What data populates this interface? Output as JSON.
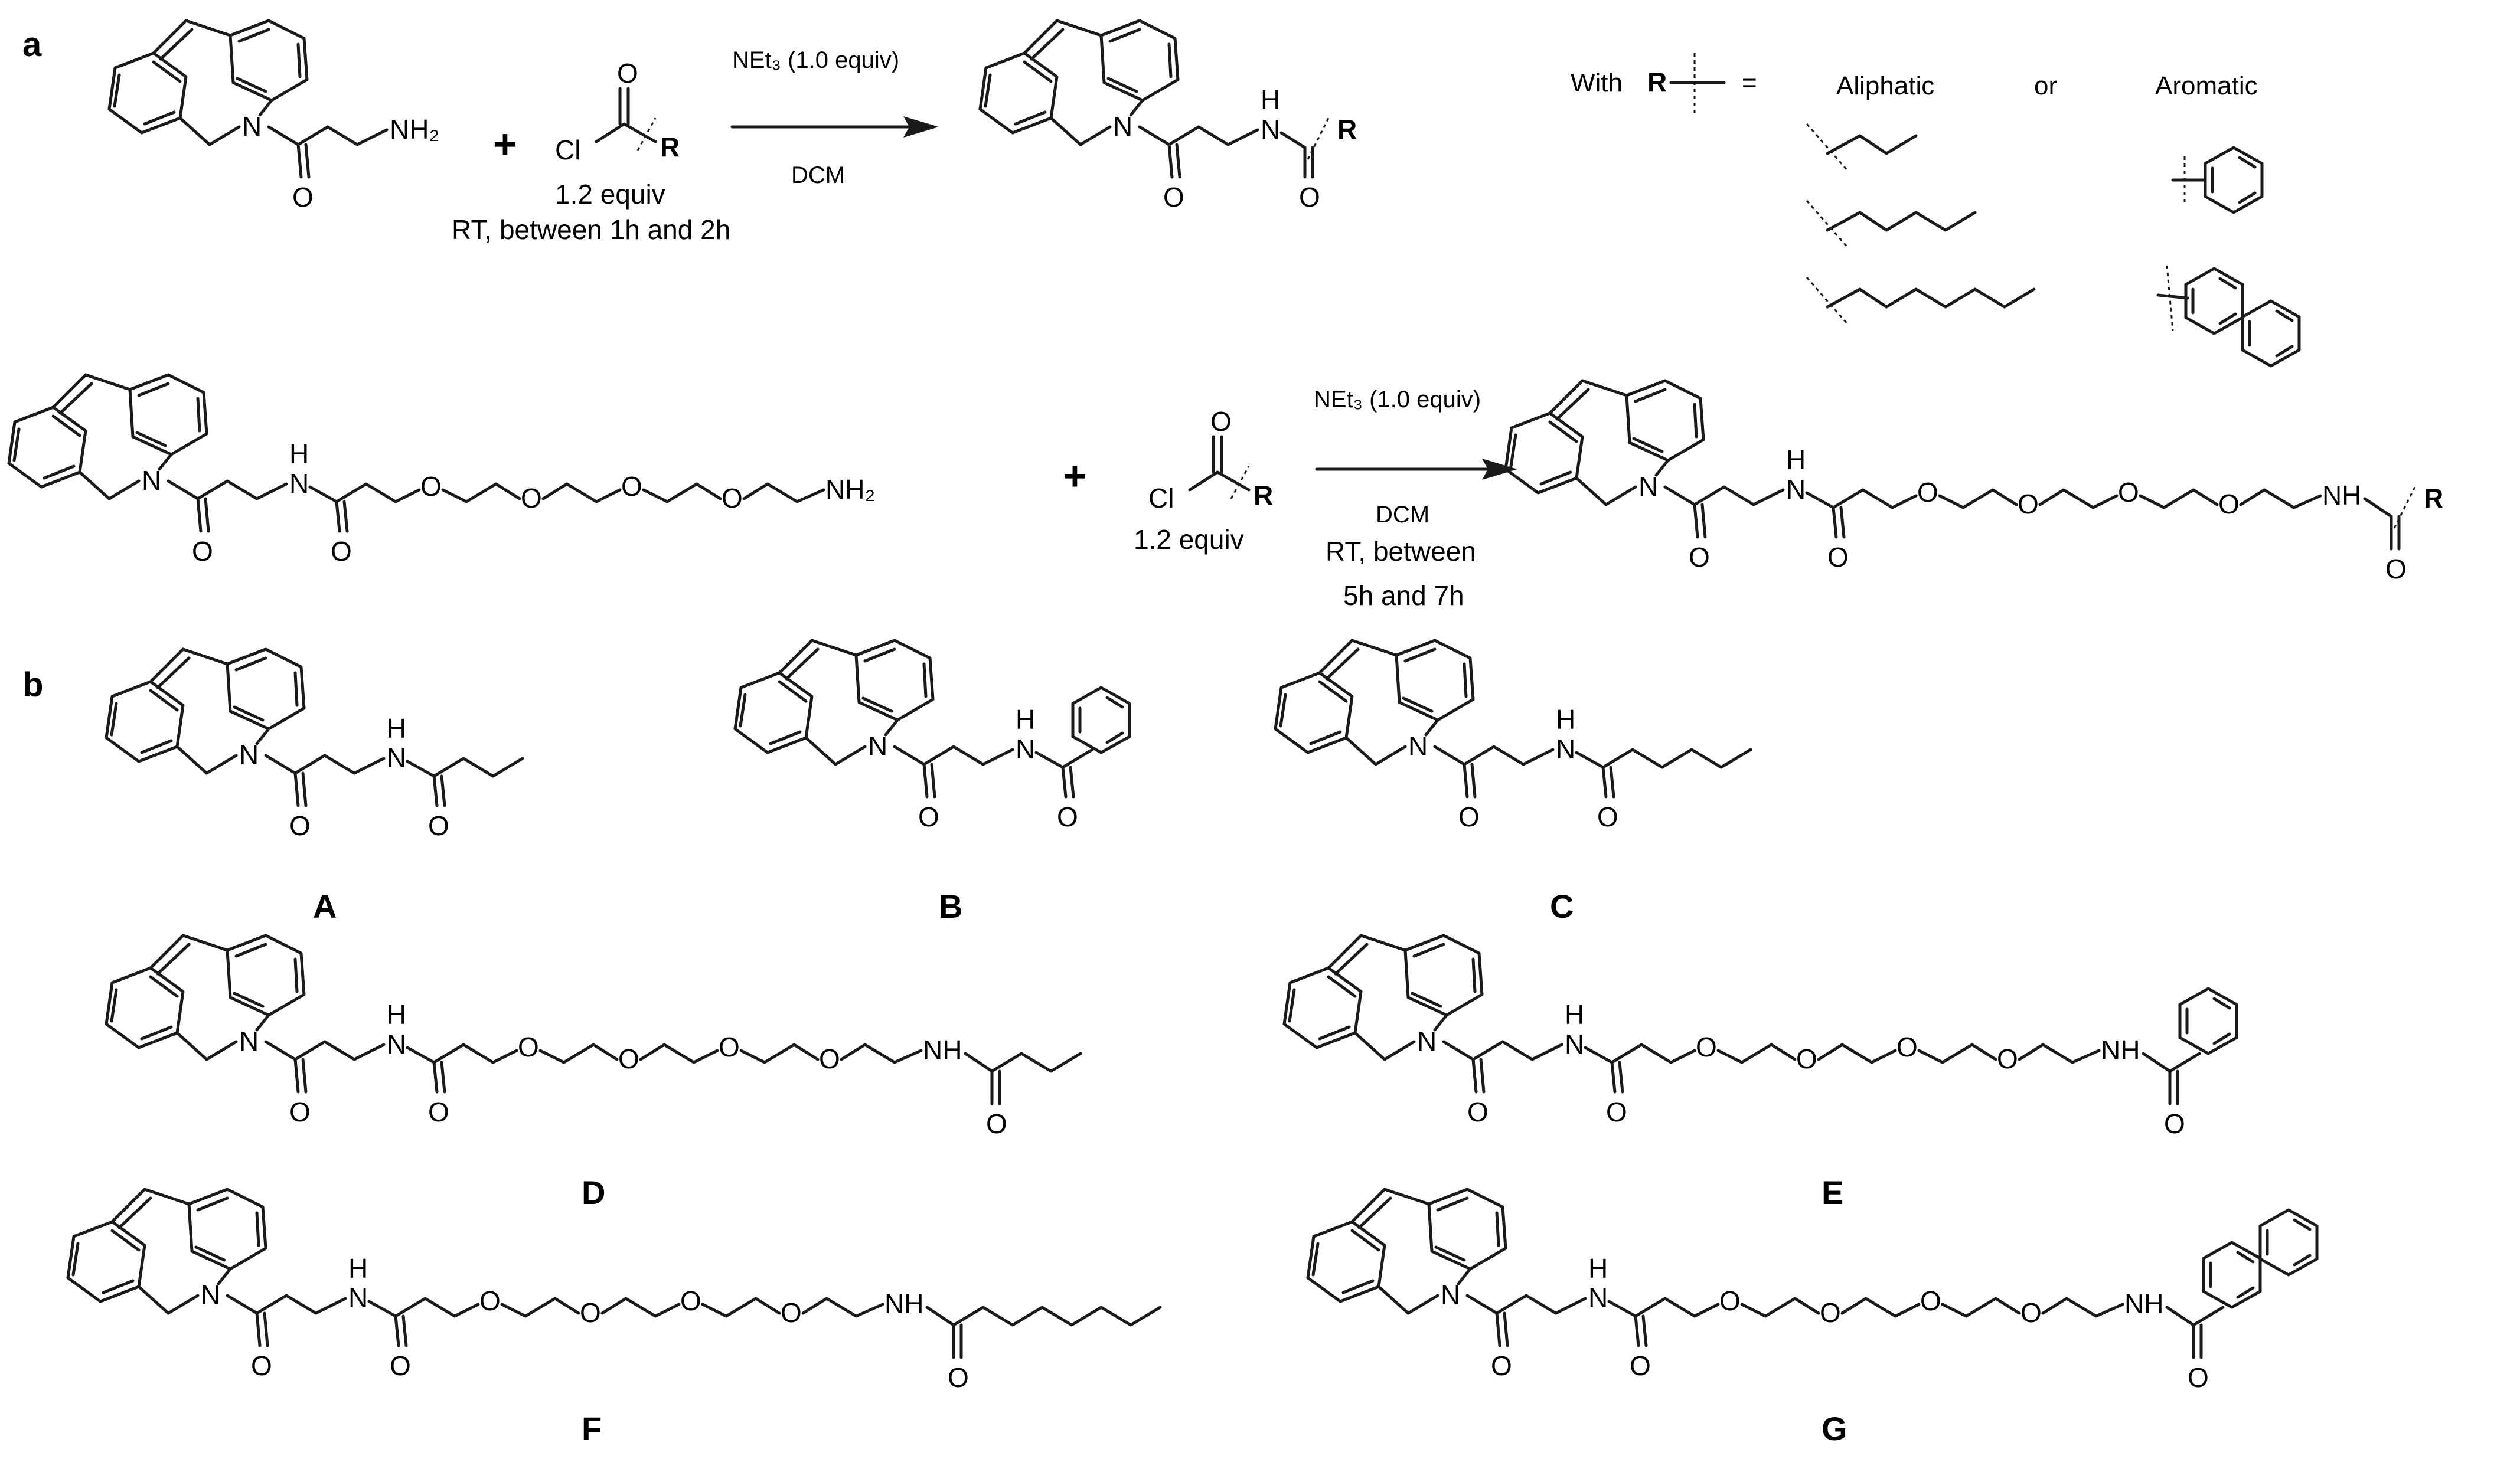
{
  "panels": {
    "a": "a",
    "b": "b"
  },
  "labels": {
    "amine": "NH₂",
    "nh": "NH",
    "h": "H",
    "n": "N",
    "o": "O",
    "cl": "Cl",
    "r": "R",
    "plus": "+"
  },
  "reaction1": {
    "reagent": "NEt₃ (1.0 equiv)",
    "solvent": "DCM",
    "equiv": "1.2 equiv",
    "conditions": "RT, between 1h and 2h"
  },
  "reaction2": {
    "reagent": "NEt₃ (1.0 equiv)",
    "solvent": "DCM",
    "equiv": "1.2 equiv",
    "conditions_line1": "RT, between",
    "conditions_line2": "5h and 7h"
  },
  "legend": {
    "with": "With",
    "r": "R",
    "equals": "=",
    "aliphatic": "Aliphatic",
    "or": "or",
    "aromatic": "Aromatic"
  },
  "compounds": [
    "A",
    "B",
    "C",
    "D",
    "E",
    "F",
    "G"
  ]
}
